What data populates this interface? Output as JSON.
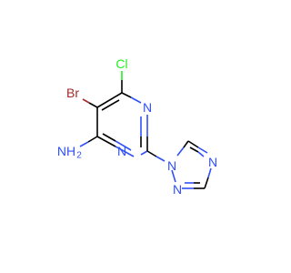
{
  "molecule": {
    "atoms": {
      "cl": {
        "label": "Cl",
        "color": "#1ff01f"
      },
      "br": {
        "label": "Br",
        "color": "#a62929"
      },
      "n_ring_right": {
        "label": "N",
        "color": "#3050f8"
      },
      "n_ring_bottom": {
        "label": "N",
        "color": "#3050f8"
      },
      "nh2": {
        "label": "NH",
        "sub": "2",
        "color": "#3050f8"
      },
      "n_triazole_1": {
        "label": "N",
        "color": "#3050f8"
      },
      "n_triazole_2": {
        "label": "N",
        "color": "#3050f8"
      },
      "n_triazole_4": {
        "label": "N",
        "color": "#3050f8"
      }
    }
  }
}
